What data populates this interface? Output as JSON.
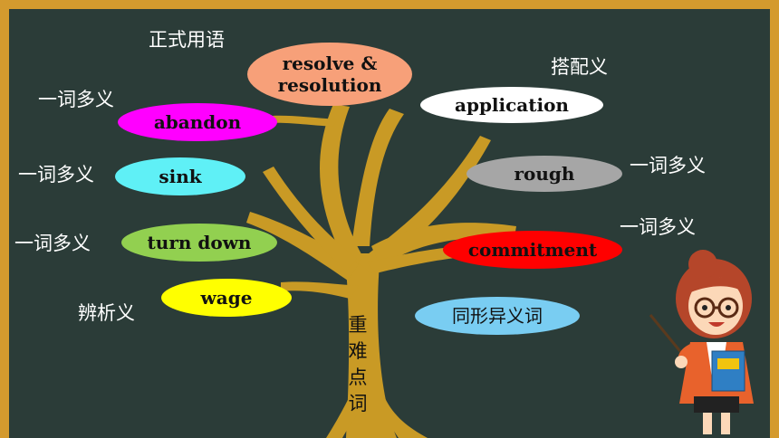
{
  "ovals": {
    "resolve": "resolve & resolution",
    "application": "application",
    "abandon": "abandon",
    "sink": "sink",
    "rough": "rough",
    "turn_down": "turn down",
    "commitment": "commitment",
    "wage": "wage",
    "homograph": "同形异义词"
  },
  "labels": {
    "formal": "正式用语",
    "collocation": "搭配义",
    "poly1": "一词多义",
    "poly2": "一词多义",
    "poly3": "一词多义",
    "poly4": "一词多义",
    "poly5": "一词多义",
    "discrim": "辨析义"
  },
  "trunk_text": [
    "重",
    "难",
    "点",
    "词"
  ],
  "colors": {
    "board": "#2b3c38",
    "frame": "#d49a2e",
    "tree": "#c99a25",
    "resolve": "#f7a079",
    "abandon": "#ff00ff",
    "sink": "#5ff0f6",
    "rough": "#a6a6a6",
    "turn_down": "#92d050",
    "commitment": "#ff0000",
    "wage": "#ffff00",
    "homograph": "#79cdf2"
  }
}
